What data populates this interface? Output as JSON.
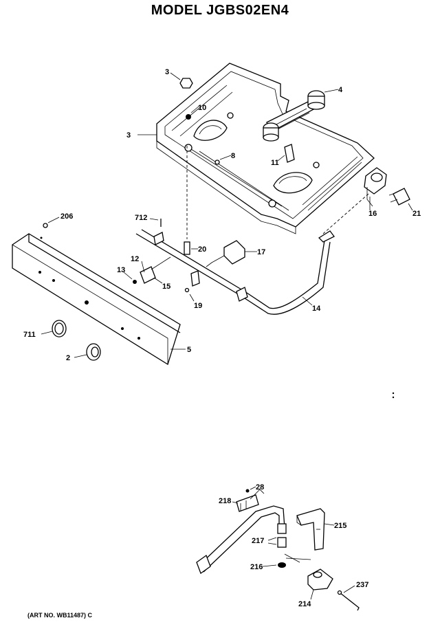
{
  "title": "MODEL JGBS02EN4",
  "art_no": "(ART NO. WB11487) C",
  "callouts": [
    {
      "id": "c3a",
      "text": "3"
    },
    {
      "id": "c4",
      "text": "4"
    },
    {
      "id": "c10",
      "text": "10"
    },
    {
      "id": "c3b",
      "text": "3"
    },
    {
      "id": "c8",
      "text": "8"
    },
    {
      "id": "c11",
      "text": "11"
    },
    {
      "id": "c16",
      "text": "16"
    },
    {
      "id": "c21",
      "text": "21"
    },
    {
      "id": "c206",
      "text": "206"
    },
    {
      "id": "c712",
      "text": "712"
    },
    {
      "id": "c20",
      "text": "20"
    },
    {
      "id": "c17",
      "text": "17"
    },
    {
      "id": "c12",
      "text": "12"
    },
    {
      "id": "c13",
      "text": "13"
    },
    {
      "id": "c15",
      "text": "15"
    },
    {
      "id": "c19",
      "text": "19"
    },
    {
      "id": "c14",
      "text": "14"
    },
    {
      "id": "c711",
      "text": "711"
    },
    {
      "id": "c5",
      "text": "5"
    },
    {
      "id": "c2",
      "text": "2"
    },
    {
      "id": "c28",
      "text": "28"
    },
    {
      "id": "c218",
      "text": "218"
    },
    {
      "id": "c215",
      "text": "215"
    },
    {
      "id": "c217",
      "text": "217"
    },
    {
      "id": "c216",
      "text": "216"
    },
    {
      "id": "c237",
      "text": "237"
    },
    {
      "id": "c214",
      "text": "214"
    }
  ]
}
